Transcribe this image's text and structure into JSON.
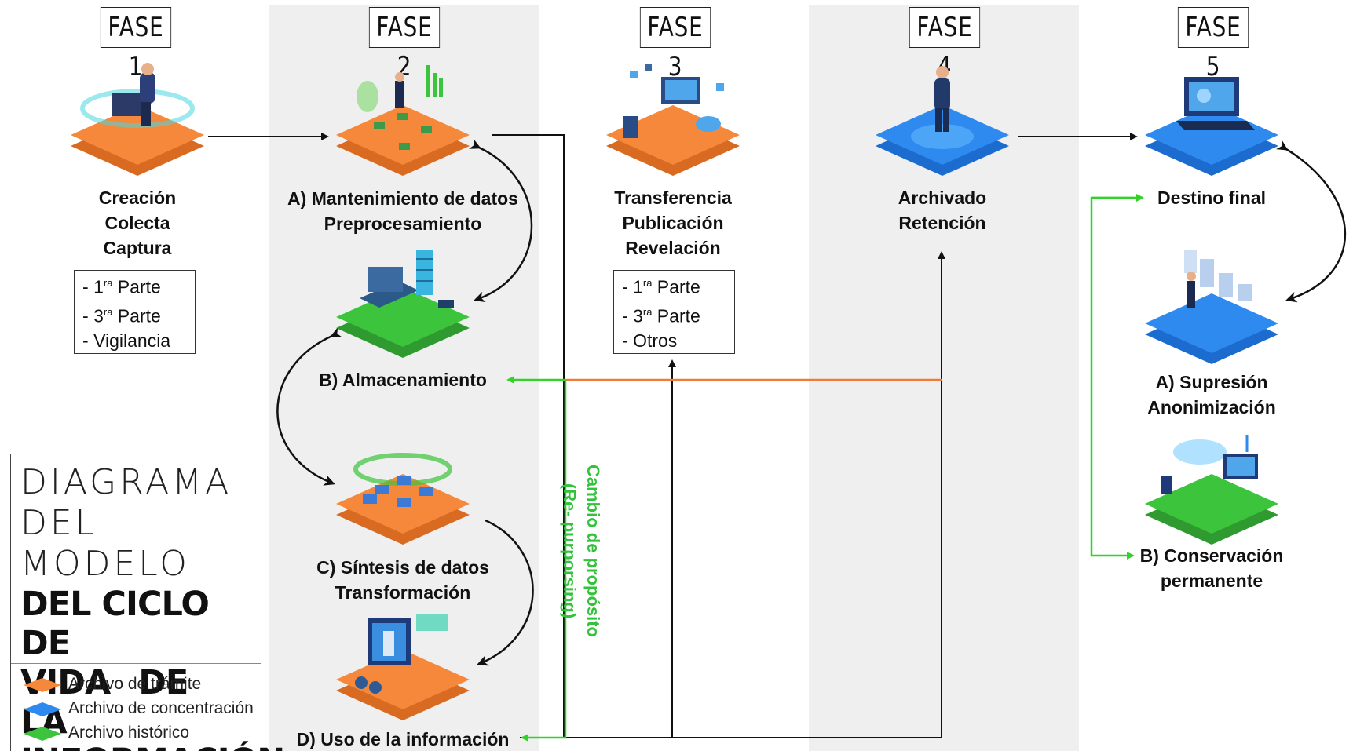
{
  "phases": [
    "FASE 1",
    "FASE 2",
    "FASE 3",
    "FASE 4",
    "FASE 5"
  ],
  "phase1": {
    "label": [
      "Creación",
      "Colecta",
      "Captura"
    ],
    "box": [
      "1",
      "ra",
      " Parte",
      "3",
      "ra",
      " Parte",
      "Vigilancia"
    ]
  },
  "phase2": {
    "a": [
      "A) Mantenimiento de datos",
      "Preprocesamiento"
    ],
    "b": "B) Almacenamiento",
    "c": [
      "C) Síntesis de datos",
      "Transformación"
    ],
    "d": "D) Uso de la información"
  },
  "phase3": {
    "label": [
      "Transferencia",
      "Publicación",
      "Revelación"
    ],
    "box": [
      "1",
      "ra",
      " Parte",
      "3",
      "ra",
      " Parte",
      "Otros"
    ]
  },
  "phase4": {
    "label": [
      "Archivado",
      "Retención"
    ]
  },
  "phase5": {
    "destino": "Destino final",
    "a": [
      "A) Supresión",
      "Anonimización"
    ],
    "b": [
      "B) Conservación",
      "permanente"
    ]
  },
  "repurpose": [
    "Cambio de propósito",
    "(Re- purporsing)"
  ],
  "title": {
    "thin1": "DIAGRAMA",
    "thin2": "DEL MODELO",
    "bold1": "DEL CICLO DE",
    "bold2": "VIDA DE LA",
    "bold3": "INFORMACIÓN"
  },
  "legend": [
    {
      "label": "Archivo de trámite",
      "color": "#f5883a"
    },
    {
      "label": "Archivo de concentración",
      "color": "#2f8af0"
    },
    {
      "label": "Archivo histórico",
      "color": "#3cc43c"
    }
  ],
  "colors": {
    "orange": "#f5883a",
    "blue": "#2f8af0",
    "green": "#3cc43c",
    "flow_green": "#33d12a",
    "flow_orange": "#f07a3a",
    "band": "#efefef"
  },
  "icons": {
    "phase1": "worker-at-laptop-icon",
    "phase2a": "data-maintenance-icon",
    "phase2b": "storage-server-icon",
    "phase2c": "data-synthesis-chips-icon",
    "phase2d": "information-use-icon",
    "phase3": "transfer-devices-icon",
    "phase4": "archivist-figure-icon",
    "phase5_destino": "final-destination-laptop-icon",
    "phase5_a": "anonymization-icon",
    "phase5_b": "permanent-conservation-icon"
  }
}
